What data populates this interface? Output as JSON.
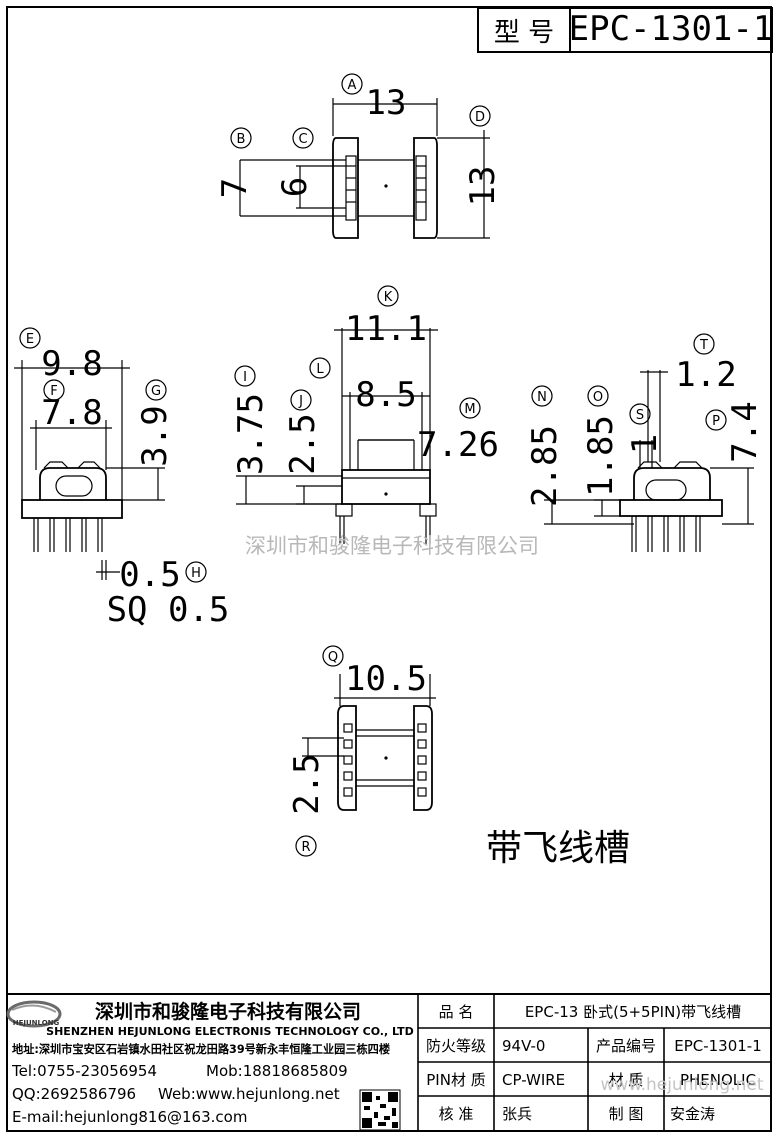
{
  "header": {
    "model_label": "型 号",
    "model_number": "EPC-1301-1"
  },
  "drawing": {
    "top_view": {
      "A": "A",
      "dim_A": "13",
      "B": "B",
      "dim_B": "7",
      "C": "C",
      "dim_C": "6",
      "D": "D",
      "dim_D": "13"
    },
    "left_view": {
      "E": "E",
      "dim_E": "9.8",
      "F": "F",
      "dim_F": "7.8",
      "G": "G",
      "dim_G": "3.9",
      "H": "H",
      "dim_H": "0.5",
      "pin_note": "SQ 0.5"
    },
    "front_view": {
      "I": "I",
      "dim_I": "3.75",
      "J": "J",
      "dim_J": "2.5",
      "K": "K",
      "dim_K": "11.1",
      "L": "L",
      "dim_L": "8.5",
      "M": "M",
      "dim_M": "7.26"
    },
    "right_view": {
      "N": "N",
      "dim_N": "2.85",
      "O": "O",
      "dim_O": "1.85",
      "S": "S",
      "dim_S": "1",
      "T": "T",
      "dim_T": "1.2",
      "P": "P",
      "dim_P": "7.4"
    },
    "bottom_view": {
      "Q": "Q",
      "dim_Q": "10.5",
      "R": "R",
      "dim_R": "2.5"
    },
    "watermark": "深圳市和骏隆电子科技有限公司",
    "feature_note": "带飞线槽"
  },
  "title_block": {
    "company_cn": "深圳市和骏隆电子科技有限公司",
    "company_en": "SHENZHEN HEJUNLONG ELECTRONIS TECHNOLOGY CO., LTD",
    "logo_text": "HEJUNLONG",
    "address": "地址:深圳市宝安区石岩镇水田社区祝龙田路39号新永丰恒隆工业园三栋四楼",
    "tel": "Tel:0755-23056954",
    "mob": "Mob:18818685809",
    "qq": "QQ:2692586796",
    "web": "Web:www.hejunlong.net",
    "email": "E-mail:hejunlong816@163.com",
    "name_label": "品 名",
    "name_value": "EPC-13 卧式(5+5PIN)带飞线槽",
    "fire_label": "防火等级",
    "fire_value": "94V-0",
    "code_label": "产品编号",
    "code_value": "EPC-1301-1",
    "pin_label": "PIN材 质",
    "pin_value": "CP-WIRE",
    "mat_label": "材 质",
    "mat_value": "PHENOLIC",
    "check_label": "核 准",
    "check_value": "张兵",
    "draw_label": "制 图",
    "draw_value": "安金涛",
    "watermark_url": "www.hejunlong.net"
  }
}
